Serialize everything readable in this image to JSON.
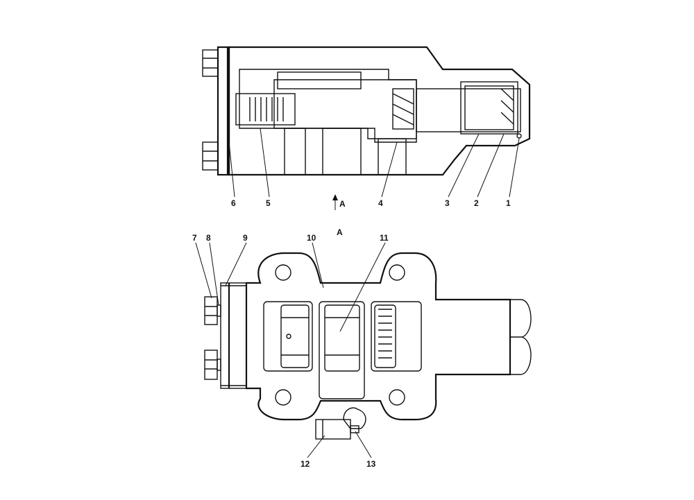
{
  "section_view": {
    "view_arrow_label": "A",
    "callouts": [
      "1",
      "2",
      "3",
      "4",
      "5",
      "6"
    ]
  },
  "plan_view": {
    "view_title": "A",
    "callouts": [
      "7",
      "8",
      "9",
      "10",
      "11",
      "12",
      "13"
    ]
  }
}
